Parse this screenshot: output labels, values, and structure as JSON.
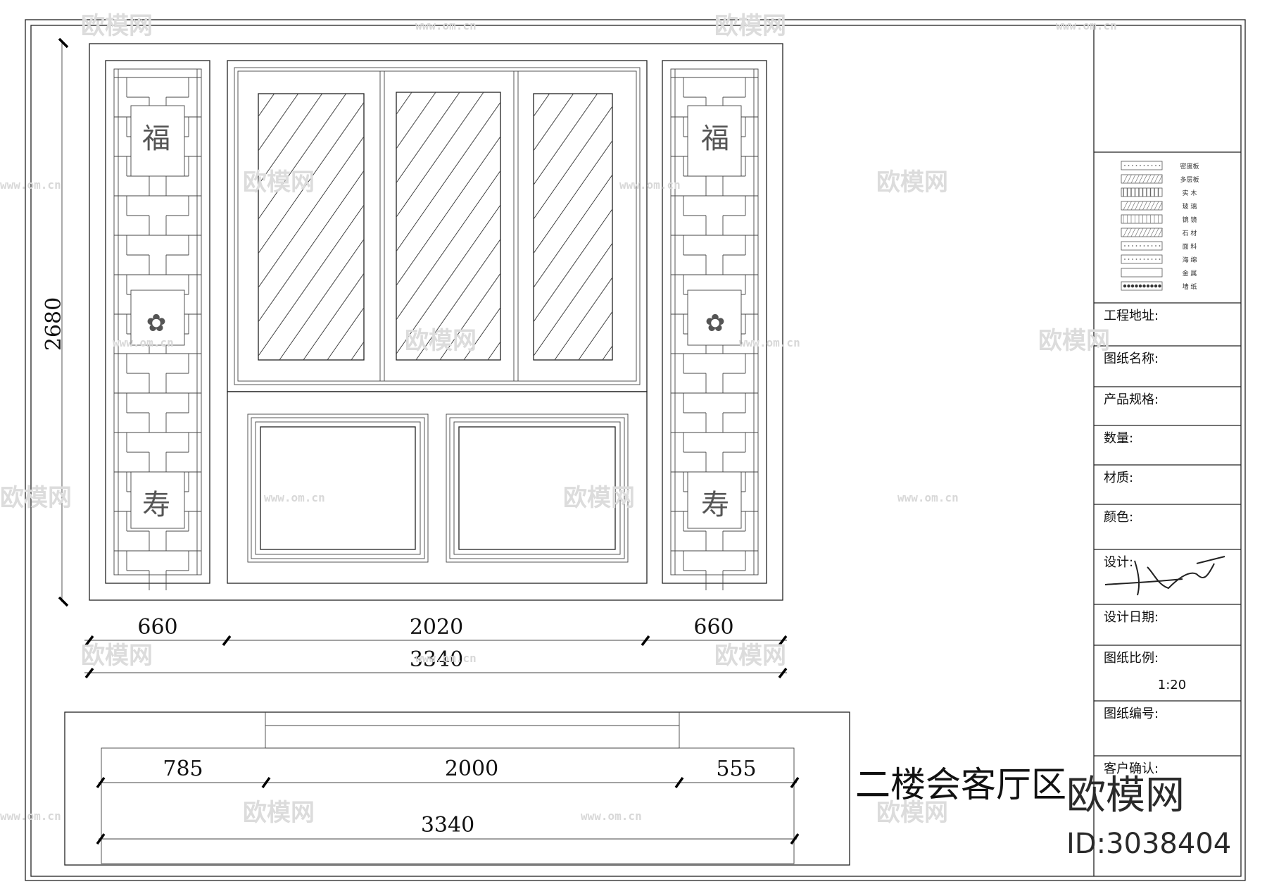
{
  "drawing": {
    "elevation": {
      "dims_top": [
        "660",
        "2020",
        "660"
      ],
      "dim_total": "3340",
      "dim_height": "2680",
      "panel_chars": {
        "top": "福",
        "middle": "",
        "bottom": "寿"
      }
    },
    "plan": {
      "dims_top": [
        "785",
        "2000",
        "555"
      ],
      "dim_total": "3340"
    },
    "area_label": "二楼会客厅区"
  },
  "title_block": {
    "legend": [
      {
        "label": "密度板"
      },
      {
        "label": "多层板"
      },
      {
        "label": "实 木"
      },
      {
        "label": "玻 璃"
      },
      {
        "label": "镜 镜"
      },
      {
        "label": "石 材"
      },
      {
        "label": "面 料"
      },
      {
        "label": "海 绵"
      },
      {
        "label": "金 属"
      },
      {
        "label": "墙 纸"
      }
    ],
    "fields": [
      {
        "label": "工程地址:"
      },
      {
        "label": "图纸名称:"
      },
      {
        "label": "产品规格:"
      },
      {
        "label": "数量:"
      },
      {
        "label": "材质:"
      },
      {
        "label": "颜色:"
      },
      {
        "label": "设计:"
      },
      {
        "label": "设计日期:"
      },
      {
        "label": "图纸比例:"
      },
      {
        "label": "图纸编号:"
      },
      {
        "label": "客户确认:"
      }
    ],
    "scale_value": "1:20"
  },
  "watermark": {
    "brand": "欧模网",
    "url": "www.om.cn",
    "id_text": "ID:3038404"
  }
}
